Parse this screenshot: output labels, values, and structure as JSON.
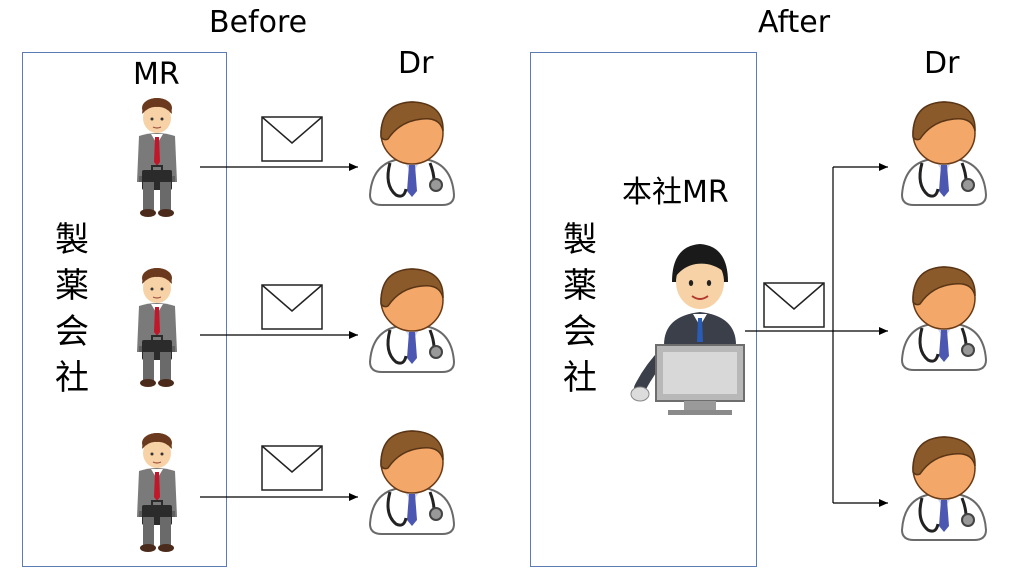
{
  "before": {
    "title": "Before",
    "mr_label": "MR",
    "company_chars": [
      "製",
      "薬",
      "会",
      "社"
    ],
    "dr_label": "Dr"
  },
  "after": {
    "title": "After",
    "hq_mr_label": "本社MR",
    "company_chars": [
      "製",
      "薬",
      "会",
      "社"
    ],
    "dr_label": "Dr"
  },
  "colors": {
    "box_border": "#5b7cb5",
    "arrow": "#000000",
    "doctor_hair": "#8b5a2b",
    "doctor_face": "#f3a86a",
    "doctor_tie": "#4b57b0",
    "mr_suit": "#7a7a7a",
    "mr_tie": "#c0182a"
  },
  "icons": [
    "businessman-icon",
    "envelope-icon",
    "doctor-icon",
    "computer-operator-icon"
  ]
}
